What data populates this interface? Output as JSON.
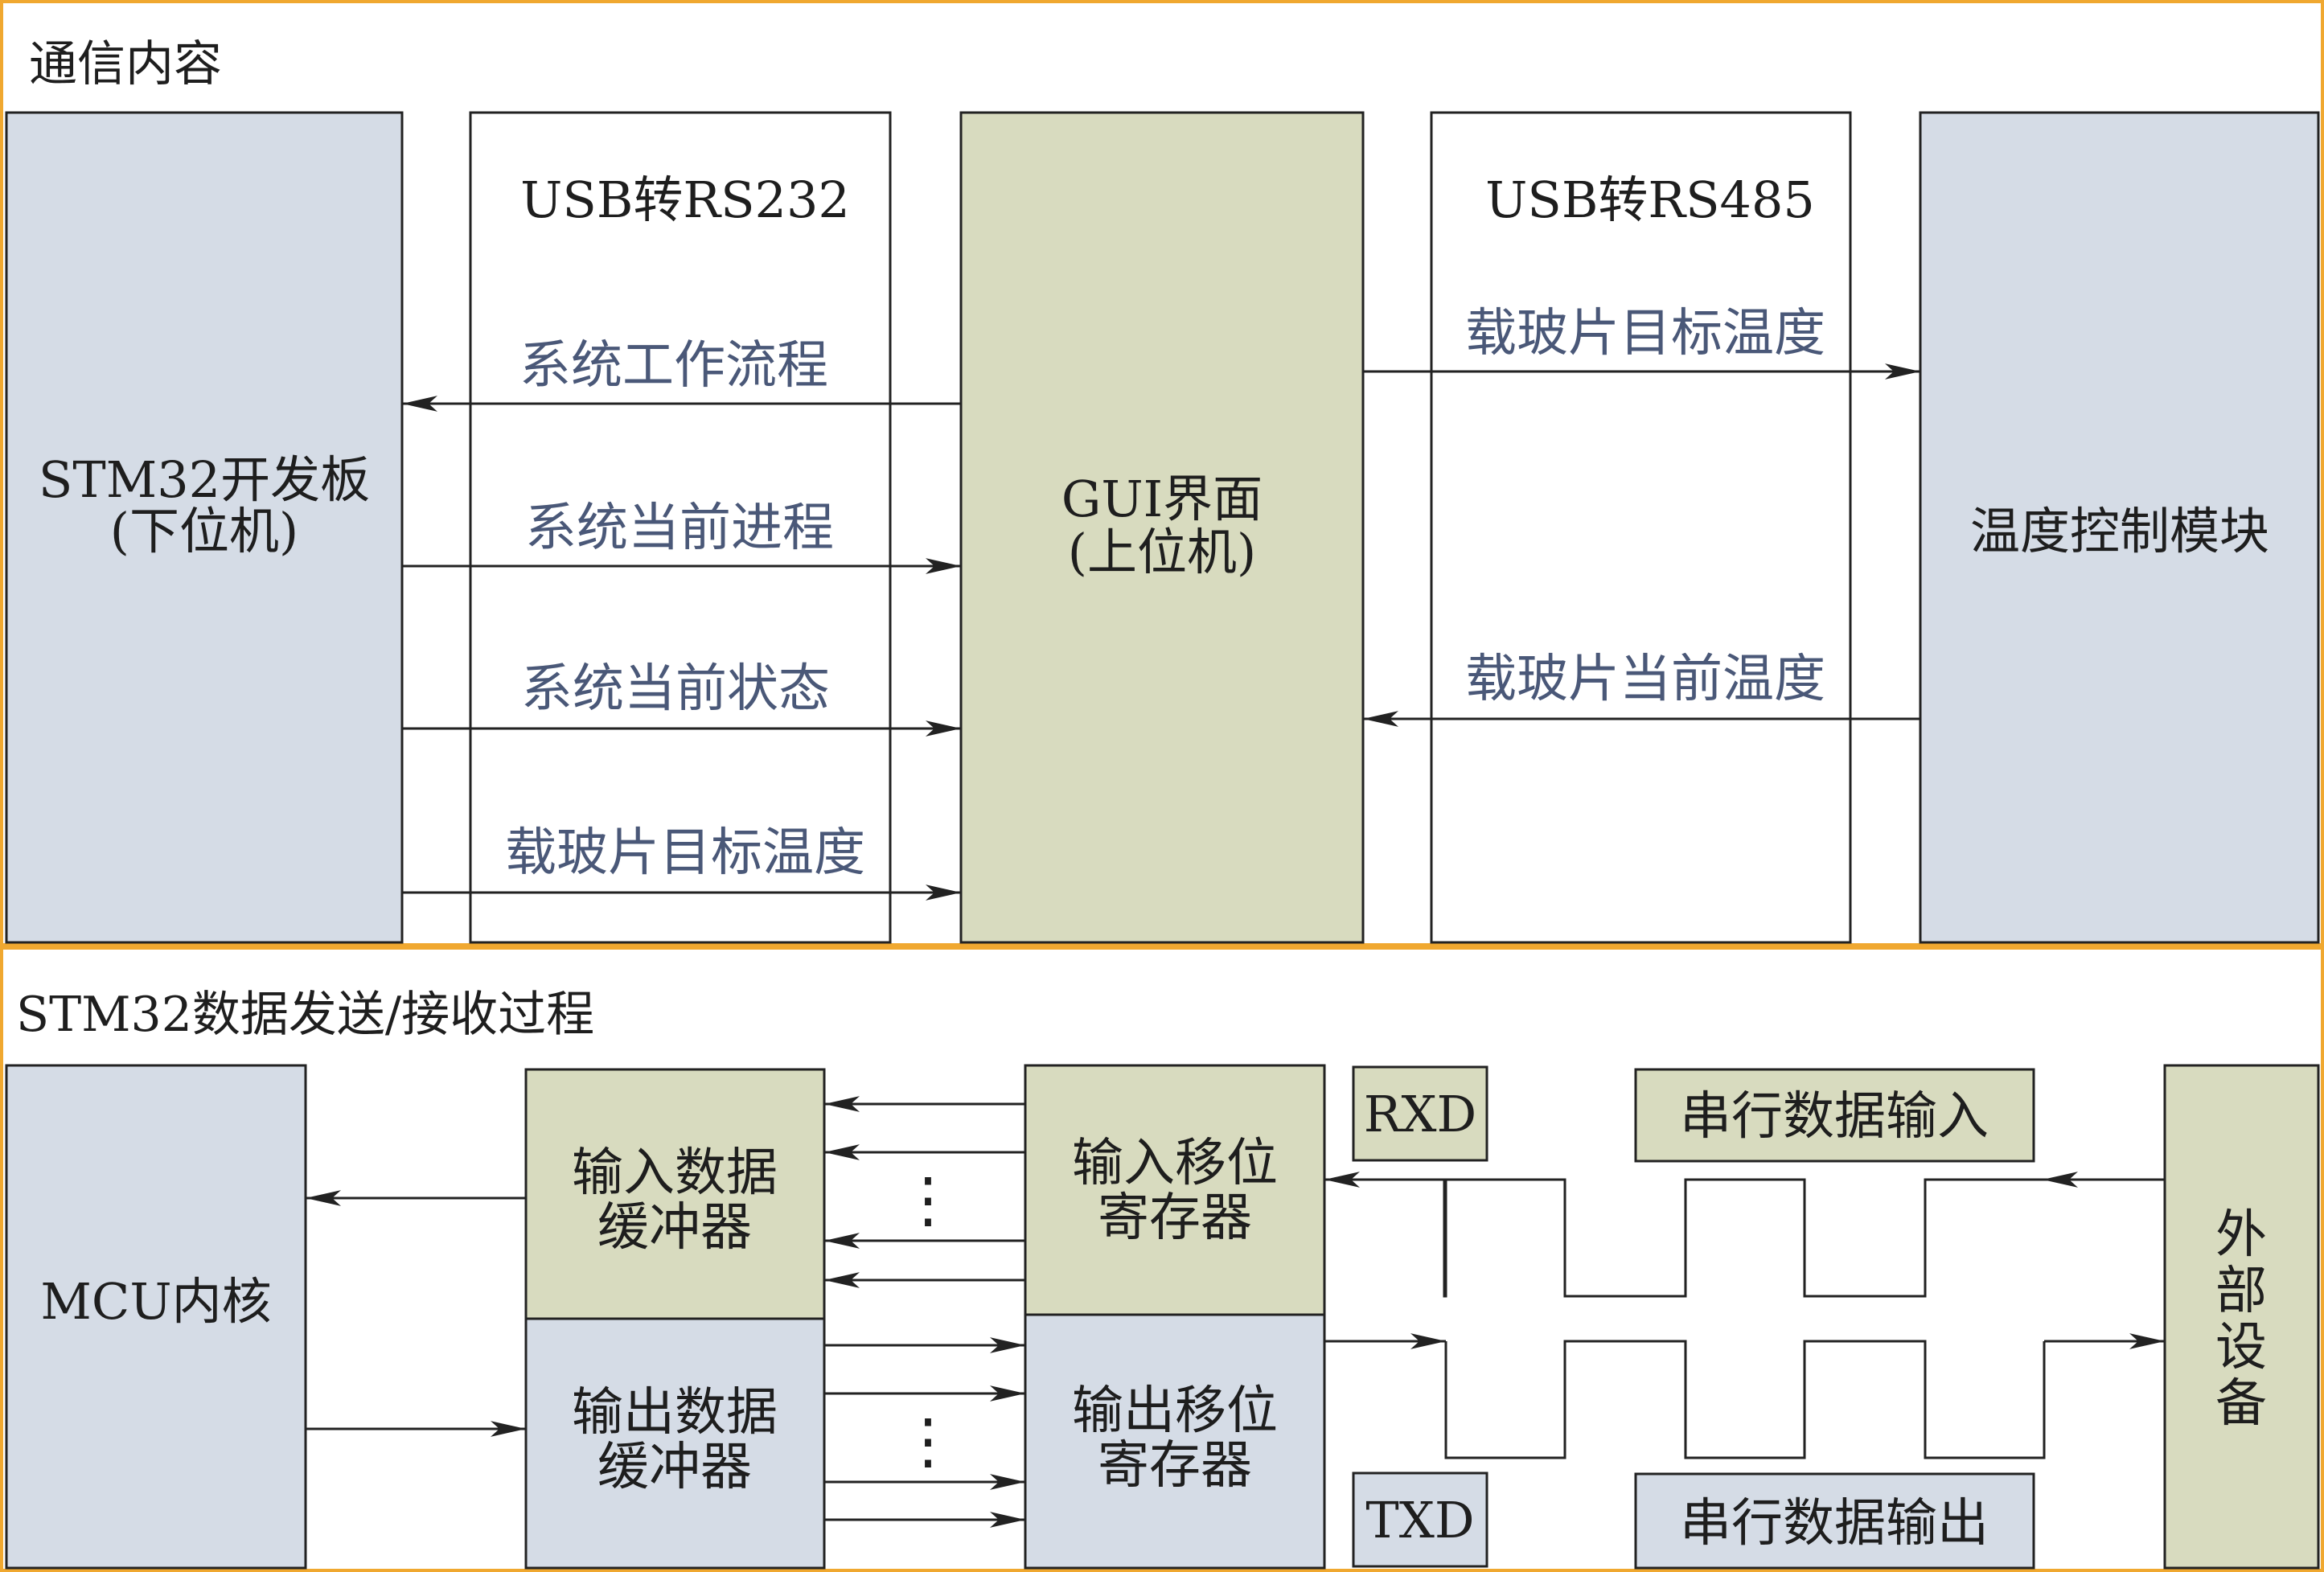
{
  "colors": {
    "frame": "#f0a830",
    "box_blue": "#d5dce6",
    "box_olive": "#d8dbbf",
    "box_white": "#ffffff",
    "text_dark": "#1e1e1e",
    "text_blue": "#4a5878"
  },
  "comm": {
    "title": "通信内容",
    "stm32_line1": "STM32开发板",
    "stm32_line2": "(下位机)",
    "usb232": "USB转RS232",
    "gui_line1": "GUI界面",
    "gui_line2": "(上位机)",
    "usb485": "USB转RS485",
    "temp_module": "温度控制模块",
    "left_arrows": [
      "系统工作流程",
      "系统当前进程",
      "系统当前状态",
      "载玻片目标温度"
    ],
    "right_arrows": [
      "载玻片目标温度",
      "载玻片当前温度"
    ]
  },
  "proc": {
    "title": "STM32数据发送/接收过程",
    "mcu": "MCU内核",
    "in_buf_line1": "输入数据",
    "in_buf_line2": "缓冲器",
    "out_buf_line1": "输出数据",
    "out_buf_line2": "缓冲器",
    "in_shift_line1": "输入移位",
    "in_shift_line2": "寄存器",
    "out_shift_line1": "输出移位",
    "out_shift_line2": "寄存器",
    "rxd": "RXD",
    "txd": "TXD",
    "serial_in": "串行数据输入",
    "serial_out": "串行数据输出",
    "external": [
      "外",
      "部",
      "设",
      "备"
    ],
    "ellipsis": "⋮"
  }
}
